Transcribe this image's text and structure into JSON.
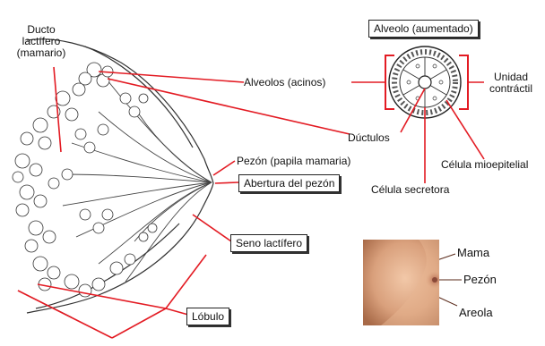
{
  "labels": {
    "ducto_line1": "Ducto",
    "ducto_line2": "lactífero",
    "ducto_line3": "(mamario)",
    "alveolo_aumentado": "Alveolo (aumentado)",
    "alveolos_acinos": "Alveolos (acinos)",
    "unidad": "Unidad",
    "contractil": "contráctil",
    "ductulos": "Dúctulos",
    "pezon_papila": "Pezón (papila mamaria)",
    "celula_mioepitelial": "Célula mioepitelial",
    "abertura_pezon": "Abertura del pezón",
    "celula_secretora": "Célula secretora",
    "seno_lactifero": "Seno lactífero",
    "lobulo": "Lóbulo",
    "photo_mama": "Mama",
    "photo_pezon": "Pezón",
    "photo_areola": "Areola"
  },
  "colors": {
    "pointer": "#e31b23",
    "ink": "#1a1a1a",
    "skin": "#d9a47f"
  }
}
